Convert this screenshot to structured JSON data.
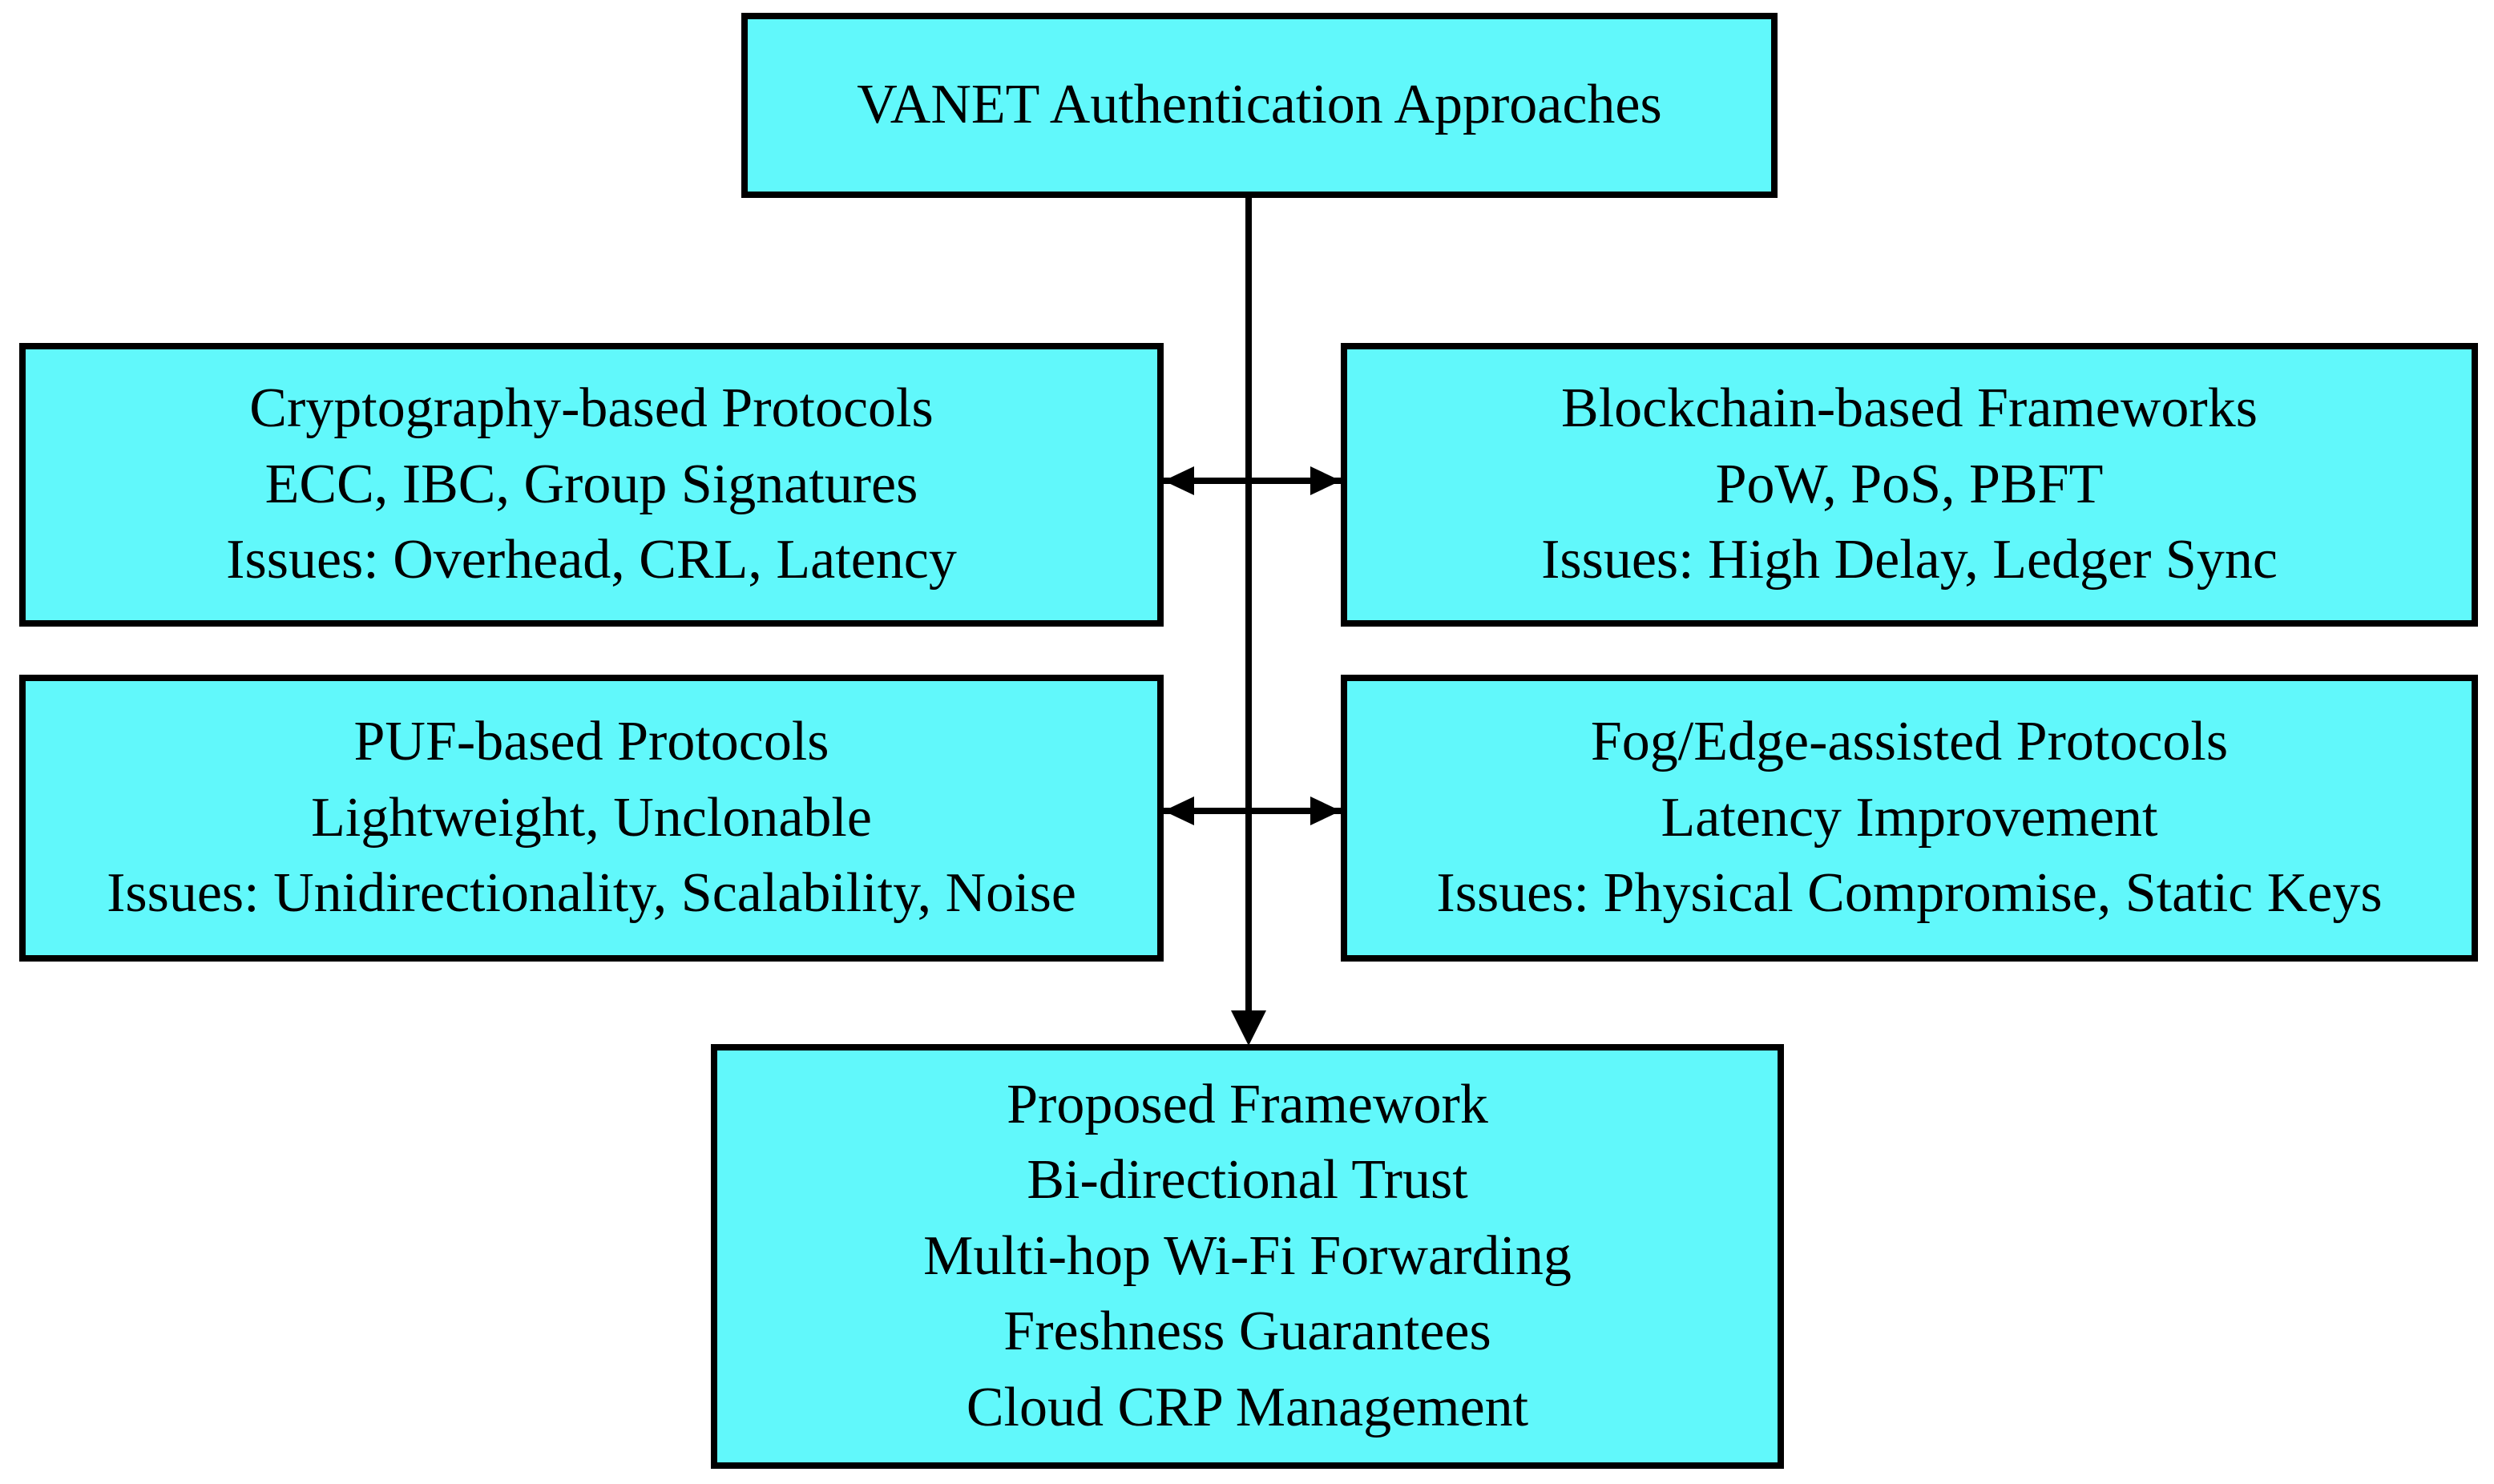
{
  "colors": {
    "box-fill": "#61f8fb",
    "box-border": "#000000",
    "page-bg": "#ffffff",
    "text-color": "#000000"
  },
  "nodes": {
    "root": {
      "lines": [
        "VANET Authentication Approaches"
      ]
    },
    "crypto": {
      "lines": [
        "Cryptography-based Protocols",
        "ECC, IBC, Group Signatures",
        "Issues: Overhead, CRL, Latency"
      ]
    },
    "blockchain": {
      "lines": [
        "Blockchain-based Frameworks",
        "PoW, PoS, PBFT",
        "Issues: High Delay, Ledger Sync"
      ]
    },
    "puf": {
      "lines": [
        "PUF-based Protocols",
        "Lightweight, Unclonable",
        "Issues: Unidirectionality, Scalability, Noise"
      ]
    },
    "fog": {
      "lines": [
        "Fog/Edge-assisted Protocols",
        "Latency Improvement",
        "Issues: Physical Compromise, Static Keys"
      ]
    },
    "proposed": {
      "lines": [
        "Proposed Framework",
        "Bi-directional Trust",
        "Multi-hop Wi-Fi Forwarding",
        "Freshness Guarantees",
        "Cloud CRP Management"
      ]
    }
  }
}
